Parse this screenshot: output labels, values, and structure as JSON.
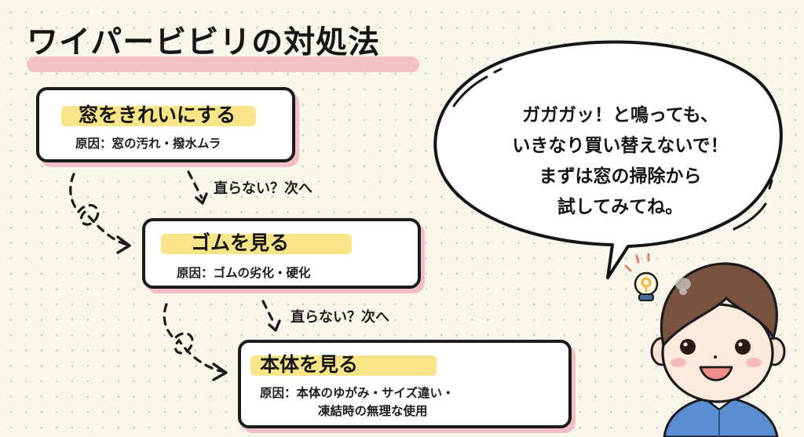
{
  "title": "ワイパービビリの対処法",
  "steps": [
    {
      "heading": "窓をきれいにする",
      "cause_line1": "原因：窓の汚れ・撥水ムラ"
    },
    {
      "heading": "ゴムを見る",
      "cause_line1": "原因：ゴムの劣化・硬化"
    },
    {
      "heading": "本体を見る",
      "cause_line1": "原因：本体のゆがみ・サイズ違い・",
      "cause_line2": "凍結時の無理な使用"
    }
  ],
  "next_labels": [
    "直らない？次へ",
    "直らない？次へ"
  ],
  "speech_bubble": {
    "lines": [
      "ガガガッ！と鳴っても、",
      "いきなり買い替えないで！",
      "まずは窓の掃除から",
      "試してみてね。"
    ]
  },
  "character": {
    "icon": "boy-with-lightbulb-icon",
    "hair_color": "#7a5240",
    "shirt_color": "#5b8ed0",
    "bulb_color": "#f2b64a"
  },
  "colors": {
    "background": "#f8f5ea",
    "title_highlight": "#f1b8bf",
    "heading_highlight": "#f7e27a",
    "box_shadow": "#f0bec4",
    "outline": "#1b1b1b"
  }
}
